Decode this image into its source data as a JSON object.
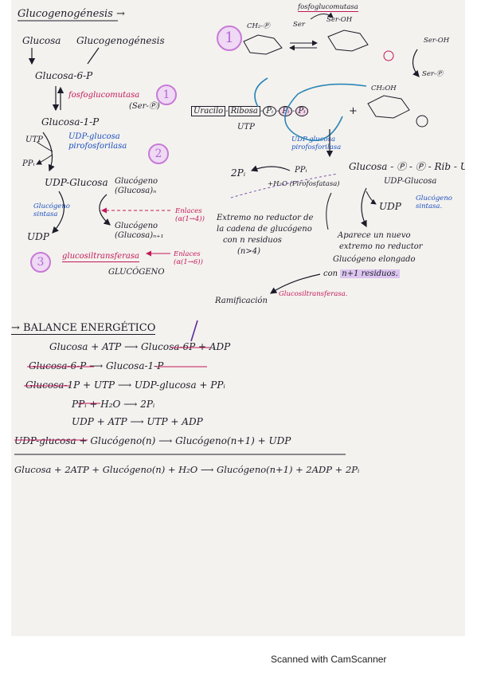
{
  "title": "Glucogenogénesis →",
  "left": {
    "row1a": "Glucosa",
    "row1b": "Glucogenogénesis",
    "g6p": "Glucosa-6-P",
    "fosfoglucomutasa": "fosfoglucomutasa",
    "ser_p": "(Ser-Ⓟ)",
    "step1": "1",
    "g1p": "Glucosa-1-P",
    "utp": "UTP",
    "udp_pirofosforilasa": "UDP-glucosa pirofosforilasa",
    "step2": "2",
    "ppi": "PPᵢ",
    "udp_glucosa": "UDP-Glucosa",
    "glucogeno_n": "Glucógeno (Glucosa)ₙ",
    "glucogeno_sintasa": "Glucógeno sintasa",
    "enlaces_14": "Enlaces (α(1→4))",
    "glucogeno_n1": "Glucógeno (Glucosa)ₙ₊₁",
    "udp": "UDP",
    "step3": "3",
    "glucosiltransferasa": "glucosiltransferasa",
    "enlaces_16": "Enlaces (α(1→6))",
    "glucogeno_caps": "GLUCÓGENO"
  },
  "right": {
    "step1": "1",
    "fosfoglucomutasa": "fosfoglucomutasa",
    "ser": "Ser",
    "ser_p": "Ser-Ⓟ",
    "ser_oh": "Ser-OH",
    "ser_oh2": "Ser-OH",
    "ch2_p": "CH₂-Ⓟ",
    "ch2oh": "CH₂OH",
    "utp_uracilo": "Uracilo",
    "utp_ribosa": "Ribosa",
    "p1": "Pᵢ",
    "p2": "Pᵢ",
    "p3": "Pᵢ",
    "plus": "+",
    "utp_label": "UTP",
    "udp_pirofosforilasa": "UDP-glucosa pirofosforilasa",
    "two_pi": "2Pᵢ",
    "ppi": "PPᵢ",
    "h2o_pirofosfatasa": "+H₂O (Pirofosfatasa)",
    "udp_glucosa_chain": "Glucosa - Ⓟ - Ⓟ - Rib - U",
    "udp_glucosa_label": "UDP-Glucosa",
    "udp": "UDP",
    "glucogeno_sintasa": "Glucógeno sintasa.",
    "extremo_1": "Extremo no reductor de",
    "extremo_2": "la cadena de glucógeno",
    "extremo_3": "con n residuos",
    "extremo_4": "(n>4)",
    "aparece_1": "Aparece un nuevo",
    "aparece_2": "extremo no reductor",
    "aparece_3": "Glucógeno elongado",
    "aparece_4a": "con",
    "aparece_4b": "n+1 residuos.",
    "ramificacion": "Ramificación",
    "glucosiltransferasa": "Glucosiltransferasa."
  },
  "balance": {
    "heading": "→ BALANCE ENERGÉTICO",
    "r1": "Glucosa + ATP ⟶ Glucosa-6P + ADP",
    "r2": "Glucosa-6-P ⟶ Glucosa-1-P",
    "r3": "Glucosa-1P + UTP ⟶ UDP-glucosa + PPᵢ",
    "r4": "PPᵢ + H₂O ⟶ 2Pᵢ",
    "r5": "UDP + ATP ⟶ UTP + ADP",
    "r6": "UDP-glucosa + Glucógeno(n) ⟶ Glucógeno(n+1) + UDP",
    "total": "Glucosa + 2ATP + Glucógeno(n) + H₂O ⟶ Glucógeno(n+1) + 2ADP + 2Pᵢ"
  },
  "footer": "Scanned with CamScanner",
  "colors": {
    "ink": "#1c1c2a",
    "blue": "#1a4fc0",
    "pink": "#c2185b",
    "highlight_purple": "#dcc6ef",
    "step_circle": "#c77ad6",
    "paper": "#f4f2ee"
  }
}
